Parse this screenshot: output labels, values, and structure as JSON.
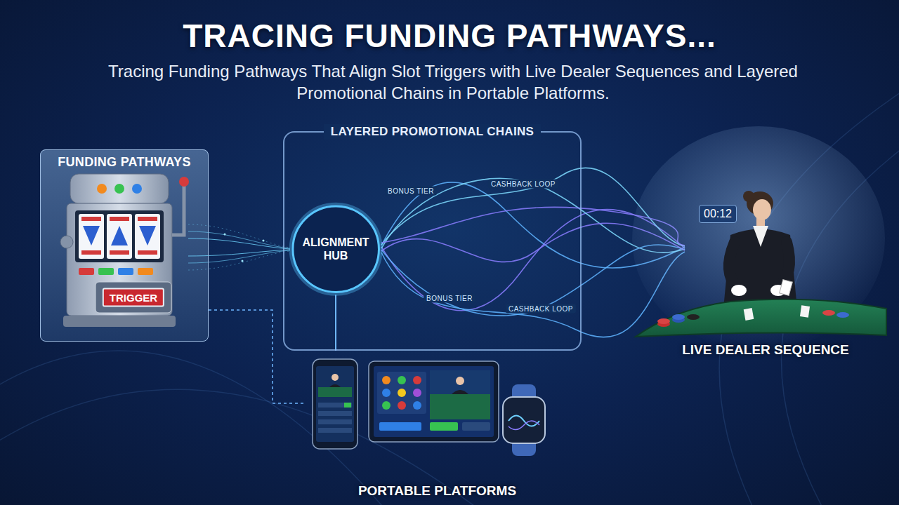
{
  "diagram": {
    "title": "TRACING FUNDING PATHWAYS...",
    "caption": "Tracing Funding Pathways That Align Slot Triggers with Live Dealer Sequences and Layered Promotional Chains in Portable Platforms.",
    "nodes": [
      {
        "text": [
          "FUNDING PATHWAYS"
        ]
      },
      {
        "text": [
          "LAYERED PROMOTIONAL CHAINS"
        ]
      },
      {
        "text": [
          "ALIGNMENT HUB"
        ],
        "in": 1
      },
      {
        "text": [
          "LIVE DEALER SEQUENCE"
        ]
      },
      {
        "text": [
          "PORTABLE PLATFORMS"
        ]
      }
    ],
    "edges": [
      {
        "from": 0,
        "to": 2,
        "arrow": "none"
      },
      {
        "from": 2,
        "to": 3,
        "arrow": "none"
      },
      {
        "from": 2,
        "to": 4,
        "arrow": "none"
      },
      {
        "from": 0,
        "to": 4,
        "arrow": "none"
      }
    ],
    "labels": [
      "TRIGGER",
      "BONUS TIER",
      "CASHBACK LOOP",
      "BONUS TIER",
      "CASHBACK LOOP",
      "00:12"
    ]
  }
}
